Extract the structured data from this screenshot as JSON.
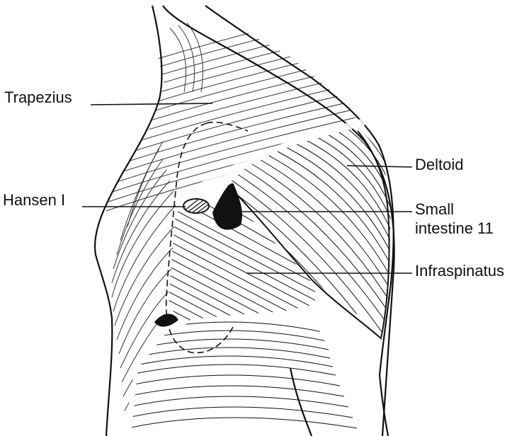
{
  "labels": {
    "trapezius": "Trapezius",
    "hansen": "Hansen I",
    "deltoid": "Deltoid",
    "small_intestine_line1": "Small",
    "small_intestine_line2": "intestine 11",
    "infraspinatus": "Infraspinatus"
  },
  "colors": {
    "ink": "#111111",
    "background": "#ffffff"
  }
}
